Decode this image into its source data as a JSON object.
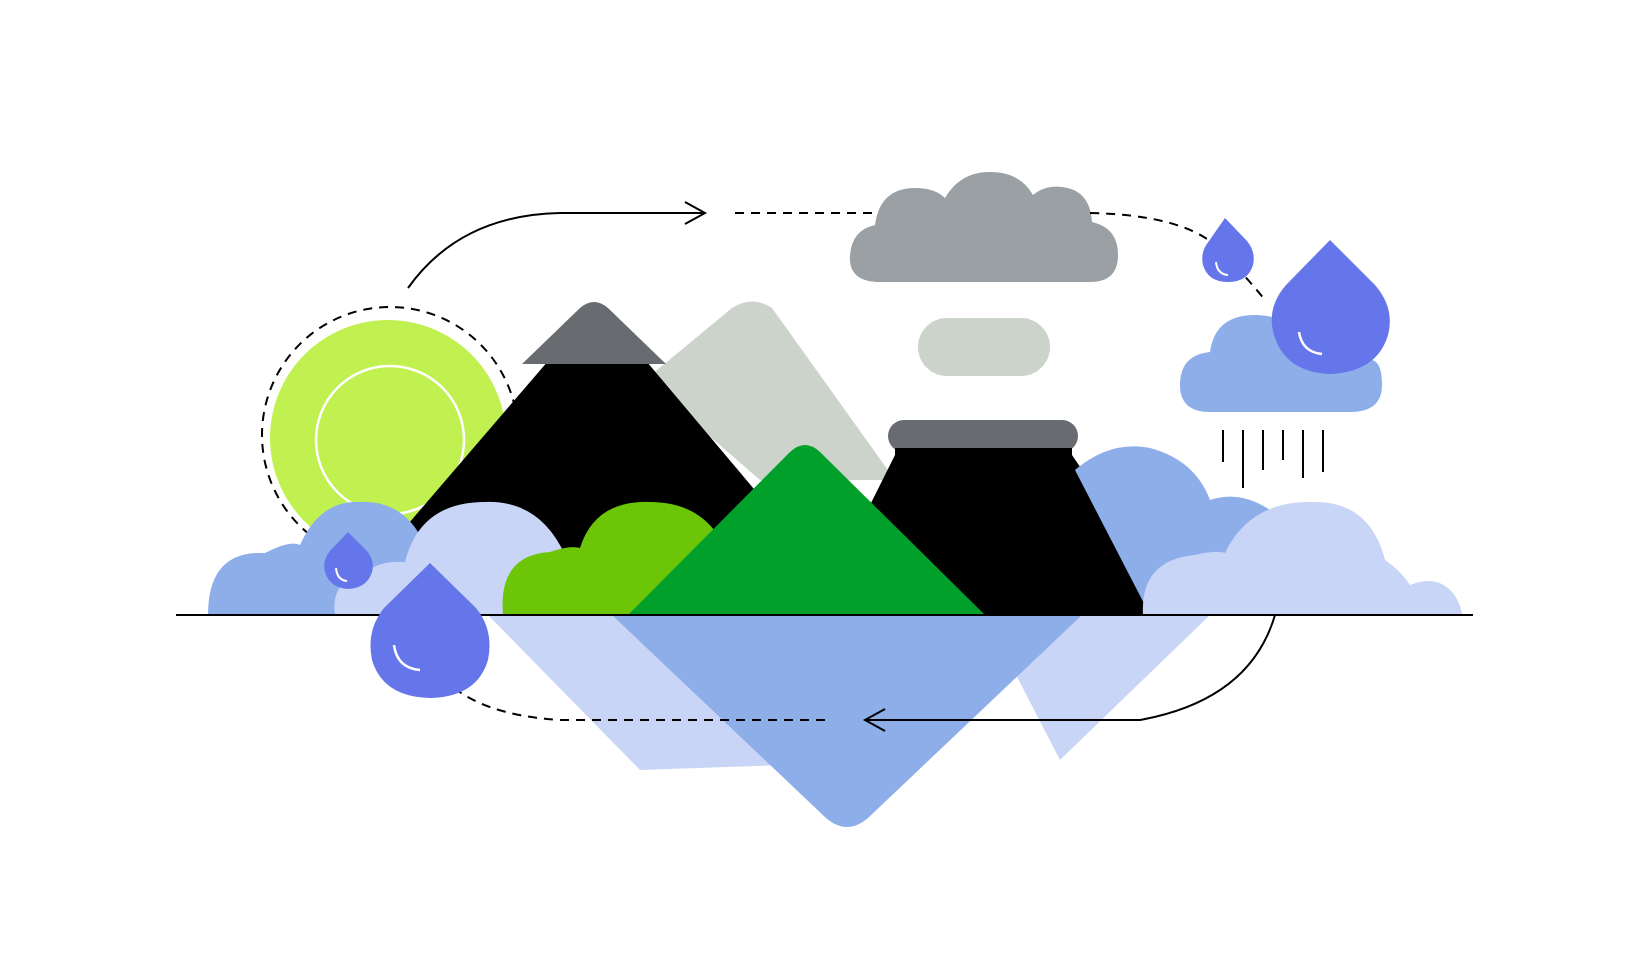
{
  "illustration": {
    "subject": "water cycle",
    "elements": [
      "sun",
      "mountains",
      "volcano",
      "trees",
      "clouds",
      "rain-cloud",
      "water-drops",
      "lake-reflection",
      "cycle-arrows"
    ]
  },
  "colors": {
    "background": "#ffffff",
    "sun": "#c1f051",
    "mountain_dark": "#000000",
    "mountain_cap": "#686c70",
    "mountain_far": "#ccd3cb",
    "storm_cloud": "#9aa0a3",
    "mist": "#ccd3cb",
    "cloud_blue": "#8eaeea",
    "cloud_light": "#c9d5f6",
    "drop": "#6575ea",
    "tree_light": "#6cc607",
    "tree_dark": "#01a02b",
    "water": "#8eaeea",
    "water_light": "#c9d5f6",
    "line": "#000000"
  }
}
